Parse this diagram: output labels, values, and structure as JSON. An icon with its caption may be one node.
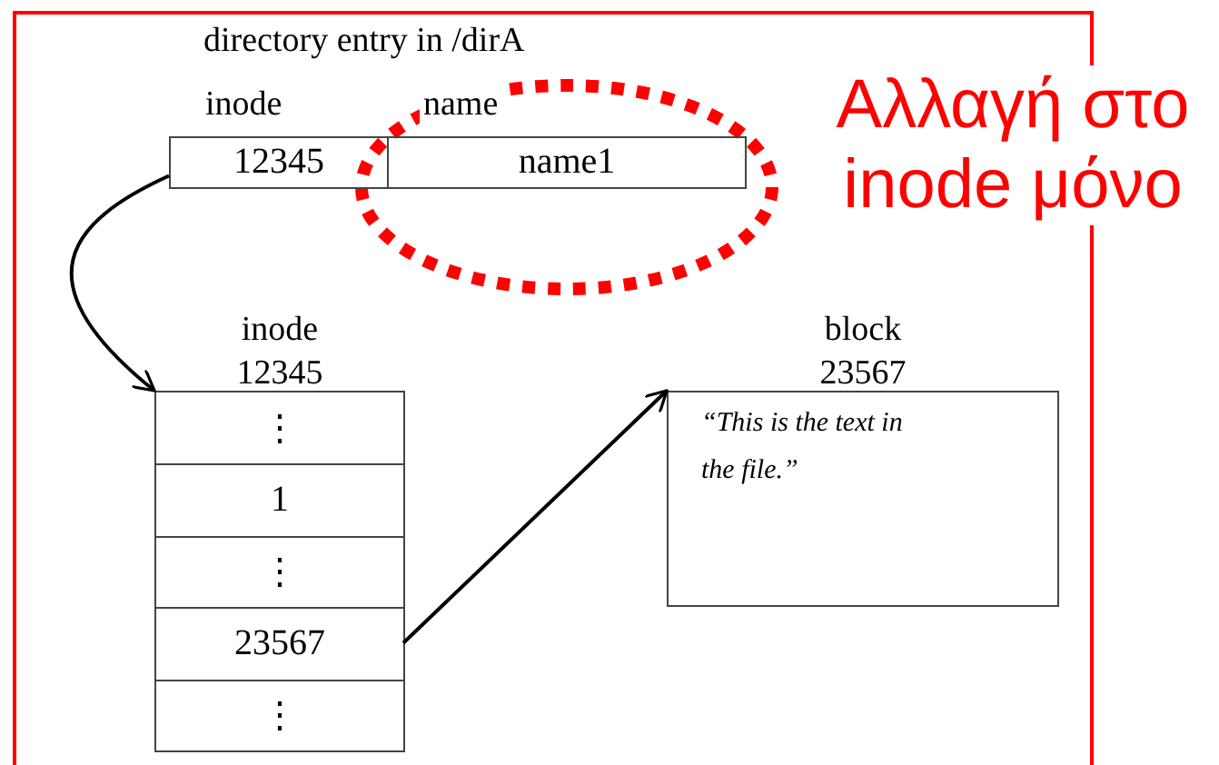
{
  "diagram": {
    "nodes": [
      {
        "text": [
          "inode",
          "12345"
        ]
      },
      {
        "text": [
          "name",
          "name1"
        ]
      },
      {
        "text": [
          "inode 12345"
        ]
      },
      {
        "text": [
          "⋮"
        ],
        "in": 2
      },
      {
        "text": [
          "1"
        ],
        "in": 2
      },
      {
        "text": [
          "⋮"
        ],
        "in": 2
      },
      {
        "text": [
          "23567"
        ],
        "in": 2
      },
      {
        "text": [
          "⋮"
        ],
        "in": 2
      },
      {
        "text": [
          "block 23567",
          "“This is the text in the file.”"
        ]
      }
    ],
    "edges": [
      {
        "from": 0,
        "to": 2,
        "arrow": "to"
      },
      {
        "from": 6,
        "to": 8,
        "arrow": "to"
      }
    ],
    "labels": [
      "directory entry in /dirA",
      "Αλλαγή στο inode μόνο"
    ]
  }
}
